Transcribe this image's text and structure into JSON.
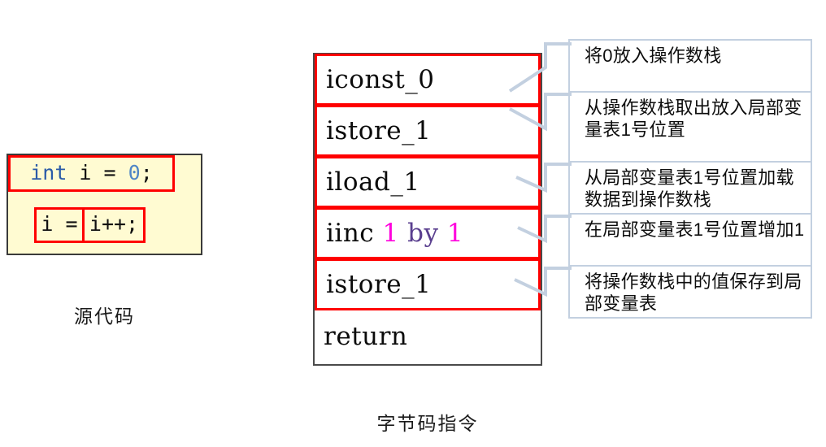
{
  "source_panel": {
    "name": "source-code",
    "caption": "源代码",
    "background": "#fffbd2",
    "highlight_color": "#ff0000",
    "lines": [
      {
        "id": "declaration",
        "tokens": [
          {
            "text": "int",
            "color": "#2b5ba8",
            "kind": "keyword"
          },
          {
            "text": " i = ",
            "color": "#111111",
            "kind": "plain"
          },
          {
            "text": "0",
            "color": "#4f86c6",
            "kind": "number"
          },
          {
            "text": ";",
            "color": "#111111",
            "kind": "plain"
          }
        ],
        "full_text": "int i = 0;"
      },
      {
        "id": "assignment",
        "left_box": "i =",
        "right_box": "i++;",
        "full_text": "i = i++;"
      }
    ]
  },
  "bytecode_panel": {
    "name": "bytecode-instructions",
    "caption": "字节码指令",
    "border_color": "#4a4a4a",
    "highlight_color": "#ff0000",
    "rows": [
      {
        "text": "iconst_0",
        "highlighted": true
      },
      {
        "text": "istore_1",
        "highlighted": true
      },
      {
        "text": "iload_1",
        "highlighted": true
      },
      {
        "highlighted": true,
        "text": "iinc 1 by 1",
        "tokens": [
          {
            "text": "iinc ",
            "color": "#0b0b0b"
          },
          {
            "text": "1",
            "color": "#ff00dd"
          },
          {
            "text": " ",
            "color": "#0b0b0b"
          },
          {
            "text": "by",
            "color": "#5a3f8f"
          },
          {
            "text": " ",
            "color": "#0b0b0b"
          },
          {
            "text": "1",
            "color": "#ff00dd"
          }
        ]
      },
      {
        "text": "istore_1",
        "highlighted": true
      },
      {
        "text": "return",
        "highlighted": false
      }
    ]
  },
  "annotations": {
    "name": "instruction-explanations",
    "border_color": "#c3d0e0",
    "items": [
      {
        "id": "ann-iconst-0",
        "text": "将0放入操作数栈"
      },
      {
        "id": "ann-istore-1",
        "text": "从操作数栈取出放入局部变量表1号位置"
      },
      {
        "id": "ann-iload-1",
        "text": "从局部变量表1号位置加载数据到操作数栈"
      },
      {
        "id": "ann-iinc",
        "text": "在局部变量表1号位置增加1"
      },
      {
        "id": "ann-istore-1b",
        "text": "将操作数栈中的值保存到局部变量表"
      }
    ]
  }
}
